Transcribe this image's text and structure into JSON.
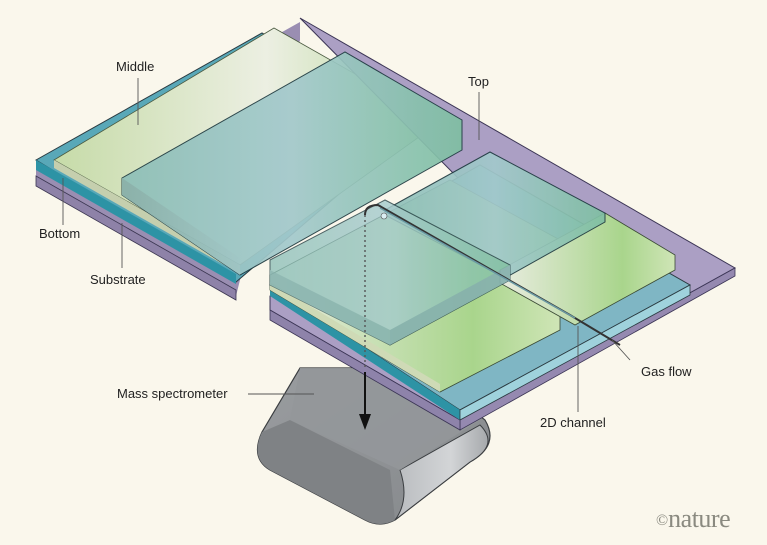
{
  "labels": {
    "middle": "Middle",
    "top": "Top",
    "bottom": "Bottom",
    "substrate": "Substrate",
    "mass_spectrometer": "Mass spectrometer",
    "gas_flow": "Gas flow",
    "channel": "2D channel"
  },
  "logo": {
    "copyright": "©",
    "name": "nature"
  },
  "colors": {
    "background": "#faf7ec",
    "substrate": "#a89cc0",
    "bottom_layer": "#2f97a8",
    "middle_layer": "#cfe0b4",
    "top_layer": "#8fc0bf",
    "spectrometer": "#8f9295",
    "outline": "#2a3a40"
  }
}
